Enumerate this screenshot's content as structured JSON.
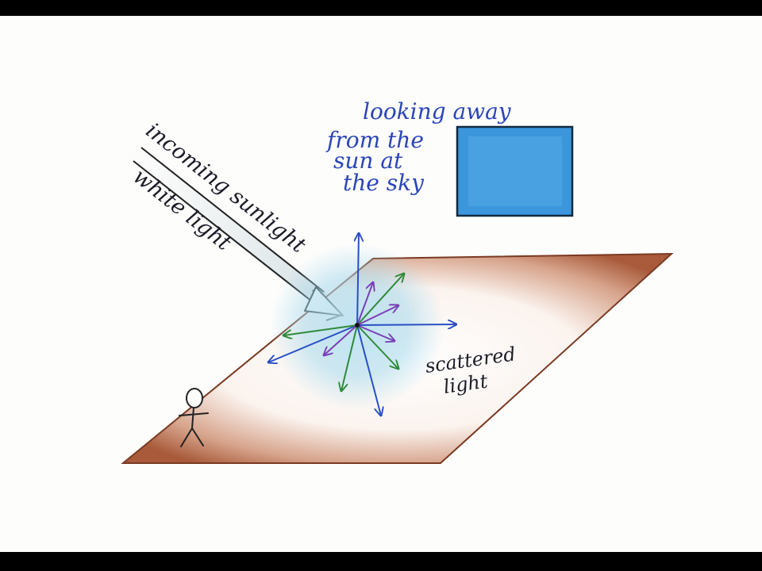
{
  "labels": {
    "incoming_sunlight": "incoming sunlight",
    "white_light": "white light",
    "looking_away_line1": "looking away",
    "looking_away_line2": "from the",
    "looking_away_line3": "sun at",
    "looking_away_line4": "the sky",
    "scattered_line1": "scattered",
    "scattered_line2": "light"
  },
  "colors": {
    "ground": "#a85a3a",
    "sky_patch": "#3b96dc",
    "blue_arrows": "#2a4fc4",
    "green_arrows": "#2f8a3a",
    "violet_arrows": "#7a3fb8",
    "glow": "#a6d7ea",
    "text_blue": "#2a45b8",
    "text_dark": "#1c1c28"
  }
}
